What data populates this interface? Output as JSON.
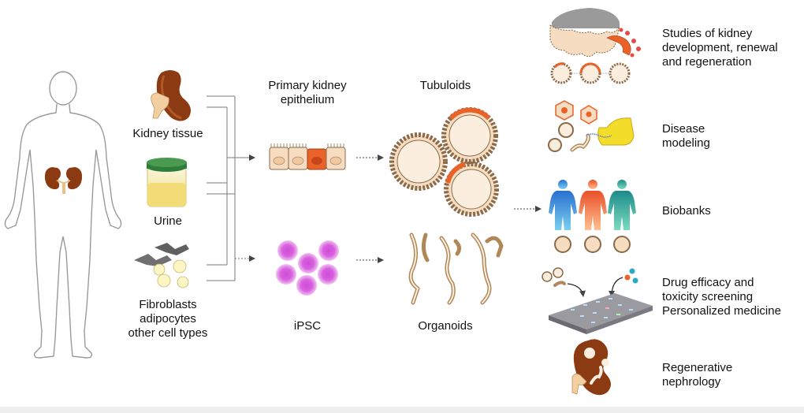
{
  "sources": {
    "kidney_tissue": "Kidney tissue",
    "urine": "Urine",
    "other_cells": [
      "Fibroblasts",
      "adipocytes",
      "other cell types"
    ]
  },
  "cultures": {
    "primary": [
      "Primary kidney",
      "epithelium"
    ],
    "ipsc": "iPSC"
  },
  "models": {
    "tubuloids": "Tubuloids",
    "organoids": "Organoids"
  },
  "applications": {
    "studies": [
      "Studies of kidney",
      "development, renewal",
      "and regeneration"
    ],
    "disease": [
      "Disease",
      "modeling"
    ],
    "biobanks": "Biobanks",
    "drug": [
      "Drug efficacy and",
      "toxicity screening",
      "Personalized medicine"
    ],
    "regenerative": [
      "Regenerative",
      "nephrology"
    ]
  },
  "colors": {
    "kidney": "#8b3a12",
    "kidney_light": "#c8743a",
    "cell_fill": "#f6dcc0",
    "cell_stroke": "#8a6a48",
    "cell_orange": "#e8622a",
    "ipsc_pink": "#e9a8ee",
    "ipsc_core": "#d04cd8",
    "jar_lid": "#2f7d3a",
    "jar_fill": "#f4e59a",
    "body_stroke": "#9a9a9a",
    "arrow": "#444444",
    "figure_blue": "#3a8fd8",
    "figure_orange": "#f08040",
    "figure_teal": "#2aa8a0"
  }
}
